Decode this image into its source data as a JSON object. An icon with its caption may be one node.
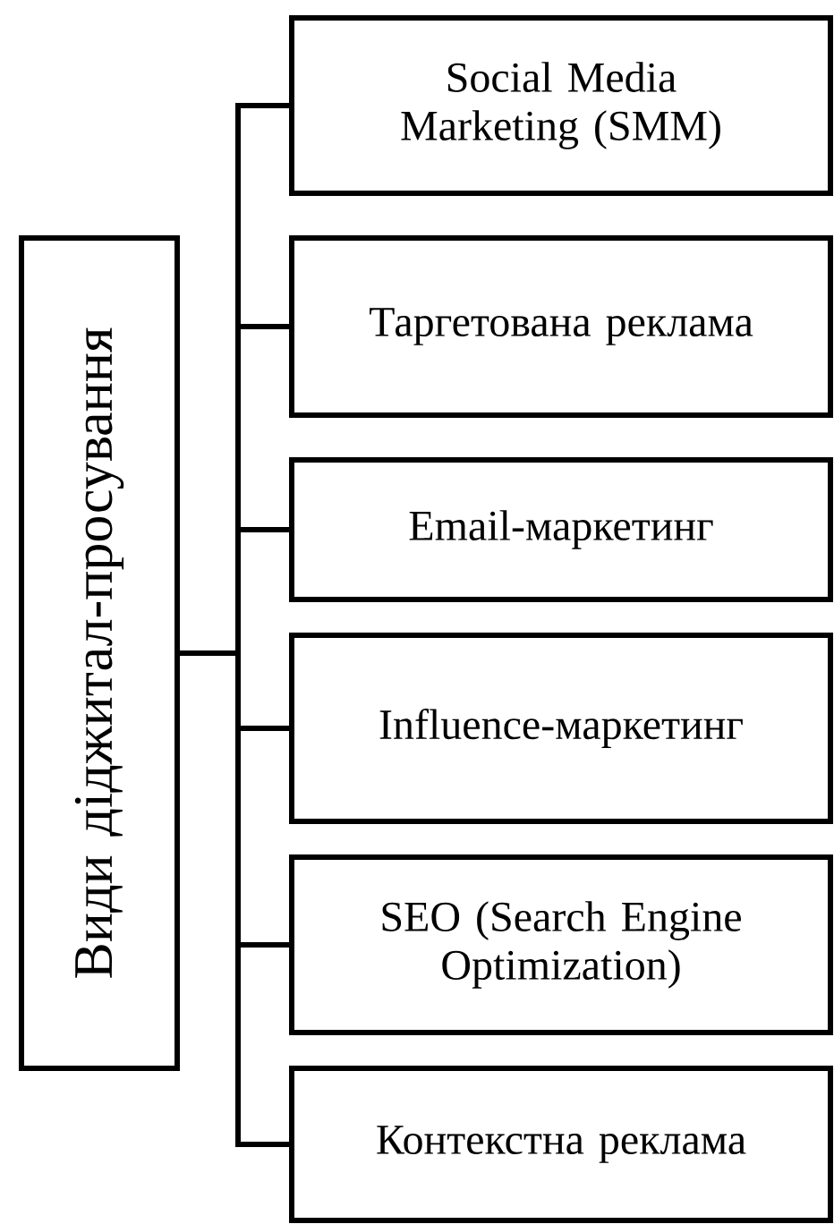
{
  "diagram": {
    "nodes": [
      {
        "text": [
          "Види діджитал-просування"
        ]
      },
      {
        "text": [
          "Social Media Marketing (SMM)"
        ]
      },
      {
        "text": [
          "Таргетована реклама"
        ]
      },
      {
        "text": [
          "Email-маркетинг"
        ]
      },
      {
        "text": [
          "Influence-маркетинг"
        ]
      },
      {
        "text": [
          "SEO (Search Engine Optimization)"
        ]
      },
      {
        "text": [
          "Контекстна реклама"
        ]
      }
    ],
    "edges": [
      {
        "from": 0,
        "to": 1,
        "arrow": "none"
      },
      {
        "from": 0,
        "to": 2,
        "arrow": "none"
      },
      {
        "from": 0,
        "to": 3,
        "arrow": "none"
      },
      {
        "from": 0,
        "to": 4,
        "arrow": "none"
      },
      {
        "from": 0,
        "to": 5,
        "arrow": "none"
      },
      {
        "from": 0,
        "to": 6,
        "arrow": "none"
      }
    ]
  }
}
